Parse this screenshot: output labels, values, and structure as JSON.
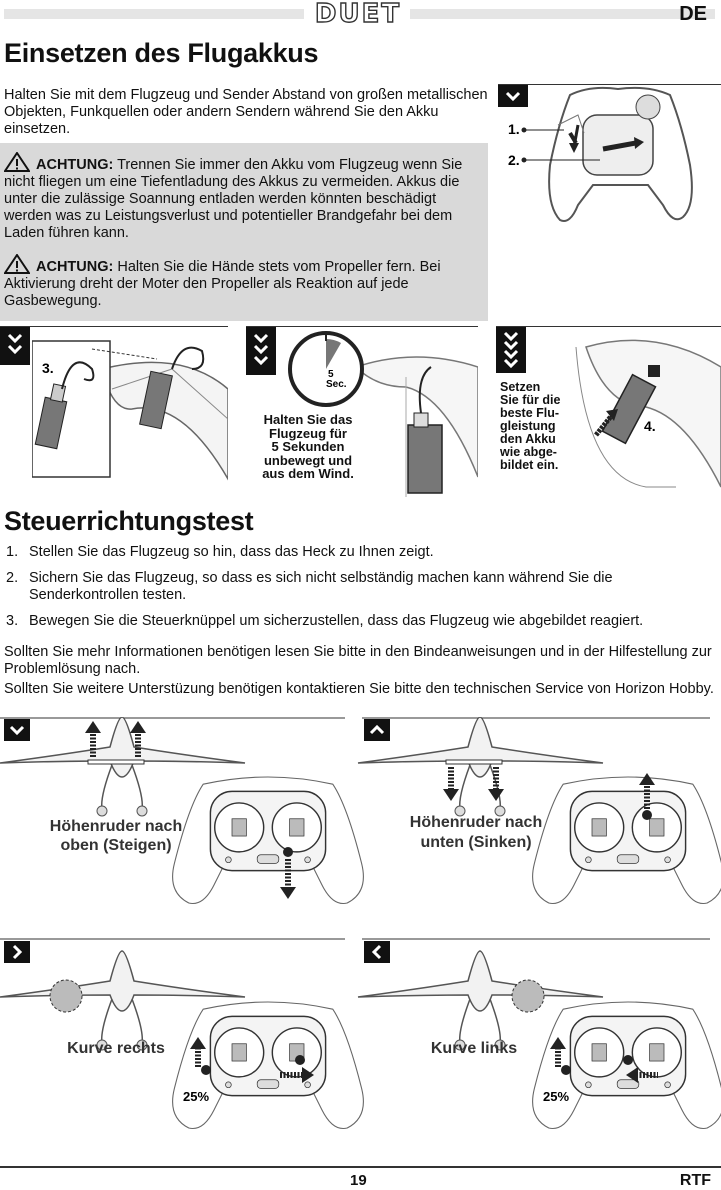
{
  "header": {
    "logo": "DUET",
    "language": "DE"
  },
  "section1": {
    "title": "Einsetzen des Flugakkus",
    "intro": "Halten Sie mit dem Flugzeug und Sender Abstand von großen metallischen Objekten, Funkquellen oder andern Sendern während Sie den Akku einsetzen.",
    "warning1_label": "ACHTUNG:",
    "warning1_text": " Trennen Sie immer den Akku vom Flugzeug wenn Sie nicht fliegen um eine Tiefentladung des Akkus zu vermeiden. Akkus die unter die zulässige Soannung entladen werden könnten beschädigt werden was zu Leistungsverlust und potentieller Brandgefahr bei dem Laden führen kann.",
    "warning2_label": "ACHTUNG:",
    "warning2_text": " Halten Sie die Hände stets vom Propeller fern. Bei Aktivierung dreht der Moter den Propeller als Reaktion auf jede Gasbewegung.",
    "step1": "1.",
    "step2": "2.",
    "step3": "3.",
    "step4": "4.",
    "timer_label": "5",
    "timer_unit": "Sec.",
    "hold_caption": [
      "Halten Sie das",
      "Flugzeug für",
      "5 Sekunden",
      "unbewegt und",
      "aus dem Wind."
    ],
    "insert_caption": [
      "Setzen",
      "Sie für die",
      "beste Flu-",
      "gleistung",
      "den Akku",
      "wie abge-",
      "bildet ein."
    ]
  },
  "section2": {
    "title": "Steuerrichtungstest",
    "steps": [
      {
        "num": "1.",
        "text": "Stellen Sie das Flugzeug so hin, dass das Heck zu Ihnen zeigt."
      },
      {
        "num": "2.",
        "text": "Sichern Sie das Flugzeug, so dass es sich nicht selbständig machen kann während Sie die Senderkontrollen testen."
      },
      {
        "num": "3.",
        "text": "Bewegen Sie die Steuerknüppel um sicherzustellen,  dass das Flugzeug wie abgebildet reagiert."
      }
    ],
    "note1": "Sollten Sie mehr Informationen benötigen lesen Sie bitte in den Bindeanweisungen und in der Hilfestellung zur Problemlösung nach.",
    "note2": "Sollten Sie weitere Unterstüzung benötigen kontaktieren Sie bitte den technischen Service von Horizon Hobby."
  },
  "controls": {
    "up_caption": [
      "Höhenruder nach",
      "oben (Steigen)"
    ],
    "down_caption": [
      "Höhenruder nach",
      "unten (Sinken)"
    ],
    "right_caption": "Kurve rechts",
    "left_caption": "Kurve links",
    "throttle_right": "25%",
    "throttle_left": "25%"
  },
  "footer": {
    "page": "19",
    "label": "RTF"
  }
}
